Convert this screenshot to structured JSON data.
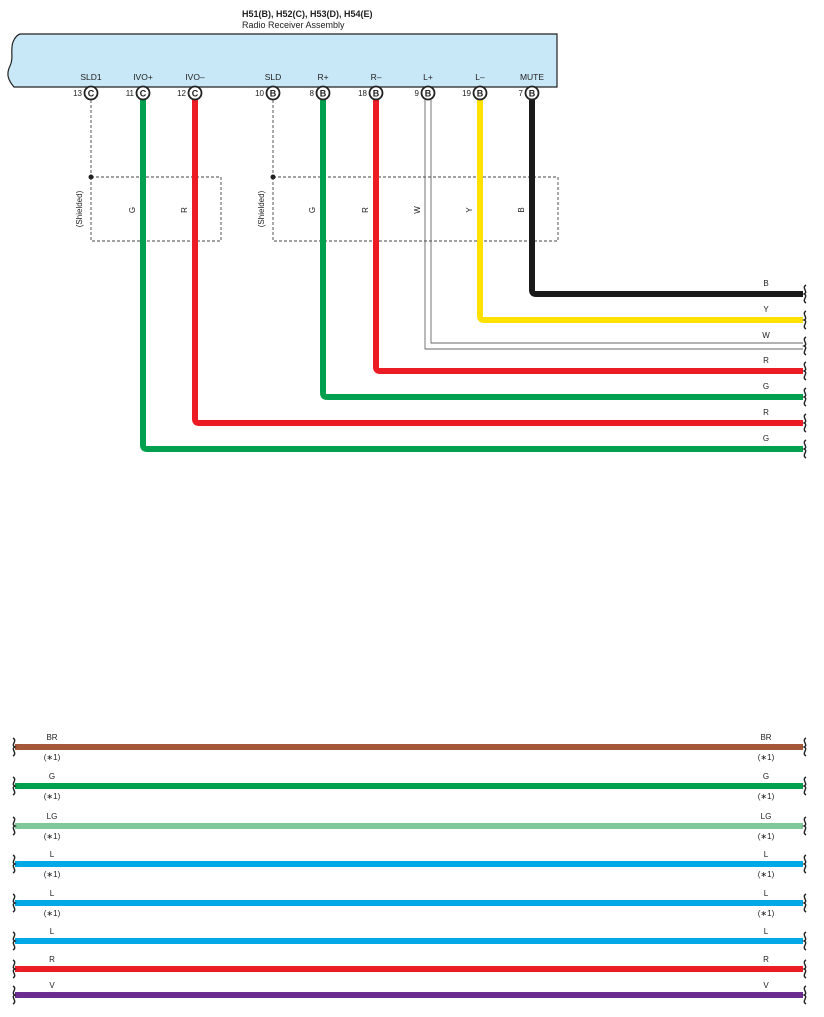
{
  "header": {
    "part_codes": "H51(B), H52(C), H53(D), H54(E)",
    "part_name": "Radio Receiver Assembly"
  },
  "colors": {
    "component_fill": "#c9e8f7",
    "G": "#00a04e",
    "R": "#ec1c24",
    "Y": "#ffe100",
    "B": "#1a1a1a",
    "W": "#ffffff",
    "BR": "#a5573a",
    "LG": "#7fc89a",
    "L": "#00a8e6",
    "V": "#6c2d91"
  },
  "terminals": [
    {
      "pin": "13",
      "connector": "C",
      "name": "SLD1",
      "kind": "shield"
    },
    {
      "pin": "11",
      "connector": "C",
      "name": "IVO+",
      "kind": "wire",
      "color": "G"
    },
    {
      "pin": "12",
      "connector": "C",
      "name": "IVO–",
      "kind": "wire",
      "color": "R"
    },
    {
      "pin": "10",
      "connector": "B",
      "name": "SLD",
      "kind": "shield"
    },
    {
      "pin": "8",
      "connector": "B",
      "name": "R+",
      "kind": "wire",
      "color": "G"
    },
    {
      "pin": "18",
      "connector": "B",
      "name": "R–",
      "kind": "wire",
      "color": "R"
    },
    {
      "pin": "9",
      "connector": "B",
      "name": "L+",
      "kind": "wire",
      "color": "W"
    },
    {
      "pin": "19",
      "connector": "B",
      "name": "L–",
      "kind": "wire",
      "color": "Y"
    },
    {
      "pin": "7",
      "connector": "B",
      "name": "MUTE",
      "kind": "wire",
      "color": "B"
    }
  ],
  "shield_groups": [
    {
      "label": "(Shielded)",
      "wire_labels": [
        "G",
        "R"
      ]
    },
    {
      "label": "(Shielded)",
      "wire_labels": [
        "G",
        "R",
        "W",
        "Y",
        "B"
      ]
    }
  ],
  "right_wire_labels": [
    "B",
    "Y",
    "W",
    "R",
    "G",
    "R",
    "G"
  ],
  "bottom_wires": [
    {
      "color": "BR",
      "left_label": "BR",
      "right_label": "BR",
      "note": "(∗1)"
    },
    {
      "color": "G",
      "left_label": "G",
      "right_label": "G",
      "note": "(∗1)"
    },
    {
      "color": "LG",
      "left_label": "LG",
      "right_label": "LG",
      "note": "(∗1)"
    },
    {
      "color": "L",
      "left_label": "L",
      "right_label": "L",
      "note": "(∗1)"
    },
    {
      "color": "L",
      "left_label": "L",
      "right_label": "L",
      "note": "(∗1)"
    },
    {
      "color": "L",
      "left_label": "L",
      "right_label": "L",
      "note": ""
    },
    {
      "color": "R",
      "left_label": "R",
      "right_label": "R",
      "note": ""
    },
    {
      "color": "V",
      "left_label": "V",
      "right_label": "V",
      "note": ""
    }
  ]
}
